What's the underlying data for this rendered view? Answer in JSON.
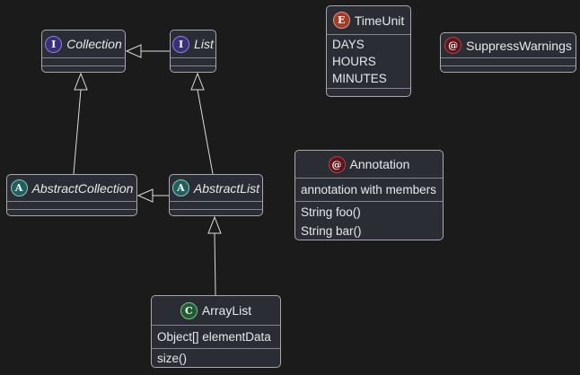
{
  "colors": {
    "background": "#1b1b1b",
    "box_fill": "#2b2d35",
    "box_border": "#a9a9ad",
    "separator": "#84848a",
    "text": "#e9e9e9",
    "edge": "#dcdcdc",
    "interface_spot": "#39307a",
    "abstract_spot": "#1f605c",
    "enum_spot": "#a33b28",
    "class_spot": "#1f5c31",
    "annotation_spot": "#621319"
  },
  "classes": {
    "collection": {
      "kind": "interface",
      "icon": "I",
      "name": "Collection"
    },
    "list": {
      "kind": "interface",
      "icon": "I",
      "name": "List"
    },
    "timeunit": {
      "kind": "enum",
      "icon": "E",
      "name": "TimeUnit",
      "values": [
        "DAYS",
        "HOURS",
        "MINUTES"
      ]
    },
    "suppresswarnings": {
      "kind": "annotation",
      "icon": "@",
      "name": "SuppressWarnings"
    },
    "abstractcollection": {
      "kind": "abstract",
      "icon": "A",
      "name": "AbstractCollection"
    },
    "abstractlist": {
      "kind": "abstract",
      "icon": "A",
      "name": "AbstractList"
    },
    "annotation": {
      "kind": "annotation",
      "icon": "@",
      "name": "Annotation",
      "fields": [
        "annotation with members"
      ],
      "methods": [
        "String foo()",
        "String bar()"
      ]
    },
    "arraylist": {
      "kind": "class",
      "icon": "C",
      "name": "ArrayList",
      "fields": [
        "Object[] elementData"
      ],
      "methods": [
        "size()"
      ]
    }
  },
  "relations": [
    {
      "from": "List",
      "to": "Collection",
      "type": "extends"
    },
    {
      "from": "AbstractCollection",
      "to": "Collection",
      "type": "extends"
    },
    {
      "from": "AbstractList",
      "to": "List",
      "type": "extends"
    },
    {
      "from": "AbstractList",
      "to": "AbstractCollection",
      "type": "extends"
    },
    {
      "from": "ArrayList",
      "to": "AbstractList",
      "type": "extends"
    }
  ]
}
